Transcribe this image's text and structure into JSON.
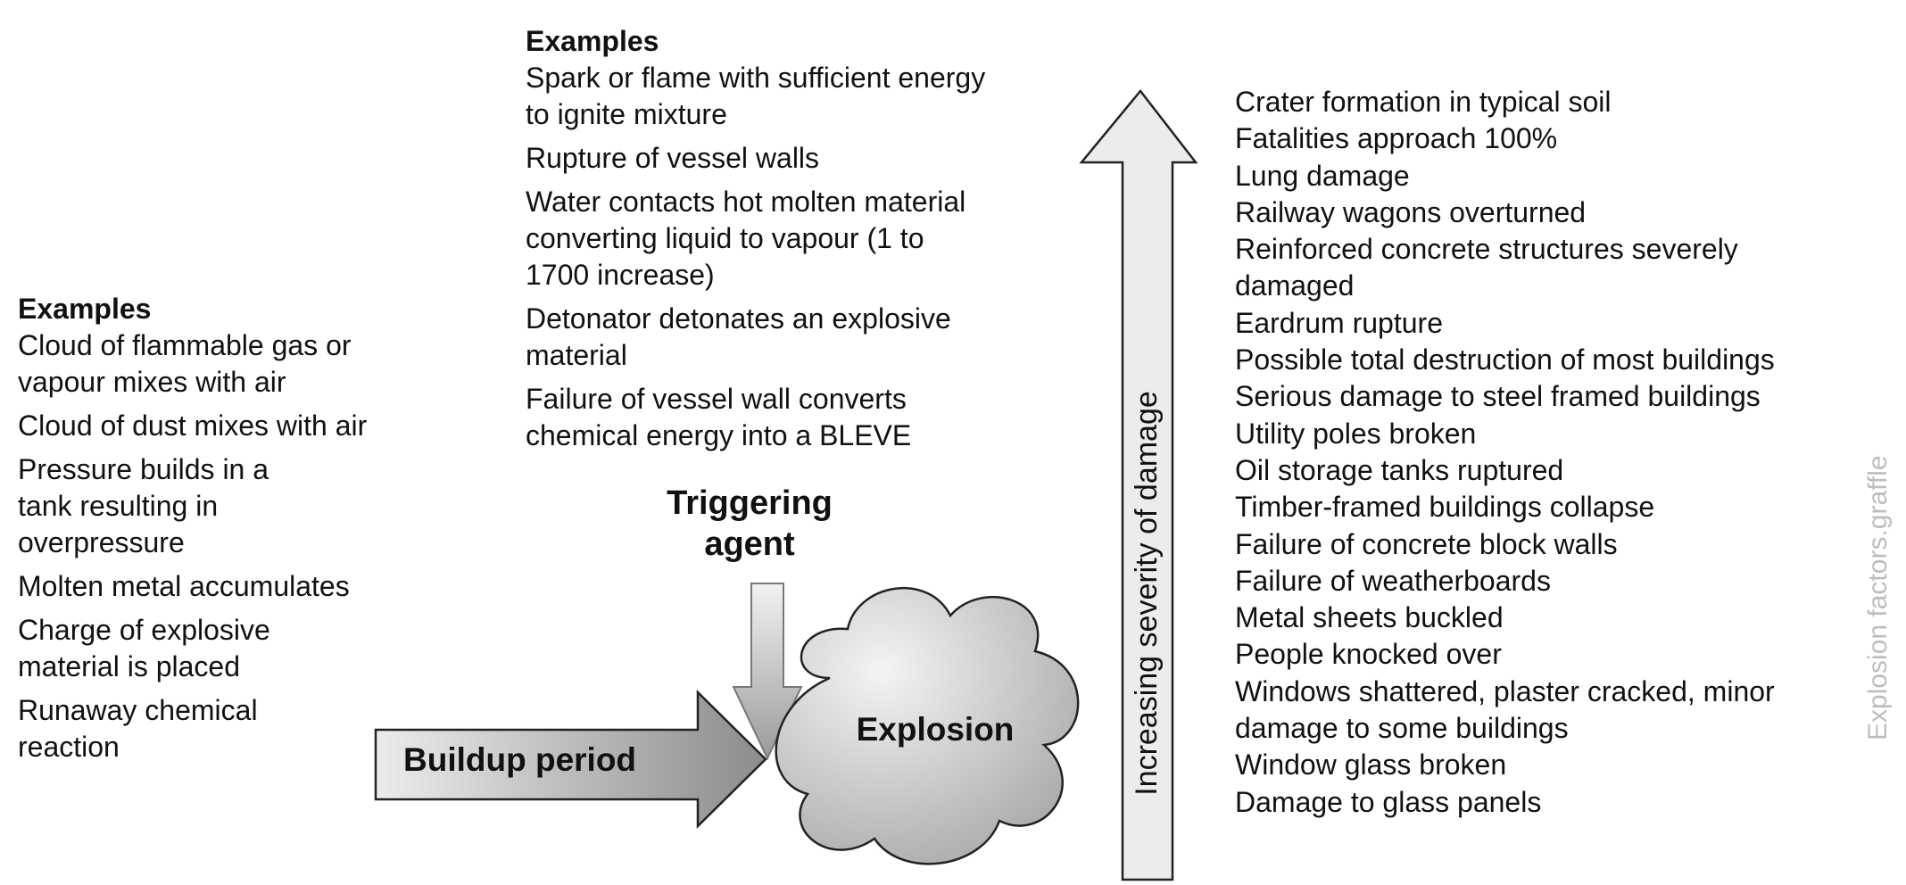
{
  "left_examples": {
    "heading": "Examples",
    "items": [
      [
        "Cloud of flammable gas or",
        "vapour mixes with air"
      ],
      [
        "Cloud of dust mixes with air"
      ],
      [
        "Pressure builds in a",
        "tank resulting in",
        "overpressure"
      ],
      [
        "Molten metal accumulates"
      ],
      [
        "Charge of explosive",
        "material is placed"
      ],
      [
        "Runaway chemical",
        "reaction"
      ]
    ]
  },
  "middle_examples": {
    "heading": "Examples",
    "items": [
      [
        "Spark or flame with sufficient energy",
        "to ignite mixture"
      ],
      [
        "Rupture of vessel walls"
      ],
      [
        "Water contacts hot molten material",
        "converting liquid to vapour (1 to",
        "1700 increase)"
      ],
      [
        "Detonator detonates an explosive",
        "material"
      ],
      [
        "Failure of vessel wall converts",
        "chemical energy into a BLEVE"
      ]
    ]
  },
  "triggering_agent": {
    "line1": "Triggering",
    "line2": "agent"
  },
  "buildup_period": "Buildup period",
  "explosion": "Explosion",
  "severity_arrow_label": "Increasing severity of damage",
  "damage_effects": [
    [
      "Crater formation in typical soil"
    ],
    [
      "Fatalities approach 100%"
    ],
    [
      "Lung damage"
    ],
    [
      "Railway wagons overturned"
    ],
    [
      "Reinforced concrete structures severely",
      "damaged"
    ],
    [
      "Eardrum rupture"
    ],
    [
      "Possible total destruction of most buildings"
    ],
    [
      "Serious damage to steel framed buildings"
    ],
    [
      "Utility poles broken"
    ],
    [
      "Oil storage tanks ruptured"
    ],
    [
      "Timber-framed buildings collapse"
    ],
    [
      "Failure of concrete block walls"
    ],
    [
      "Failure of weatherboards"
    ],
    [
      "Metal sheets buckled"
    ],
    [
      "People knocked over"
    ],
    [
      "Windows shattered, plaster cracked, minor",
      "damage to some buildings"
    ],
    [
      "Window glass broken"
    ],
    [
      "Damage to glass panels"
    ]
  ],
  "watermark": "Explosion factors.graffle",
  "colors": {
    "arrow_dark": "#8a8a8a",
    "arrow_light": "#e8e8e8",
    "stroke": "#222222",
    "watermark": "#bdbdbd"
  }
}
